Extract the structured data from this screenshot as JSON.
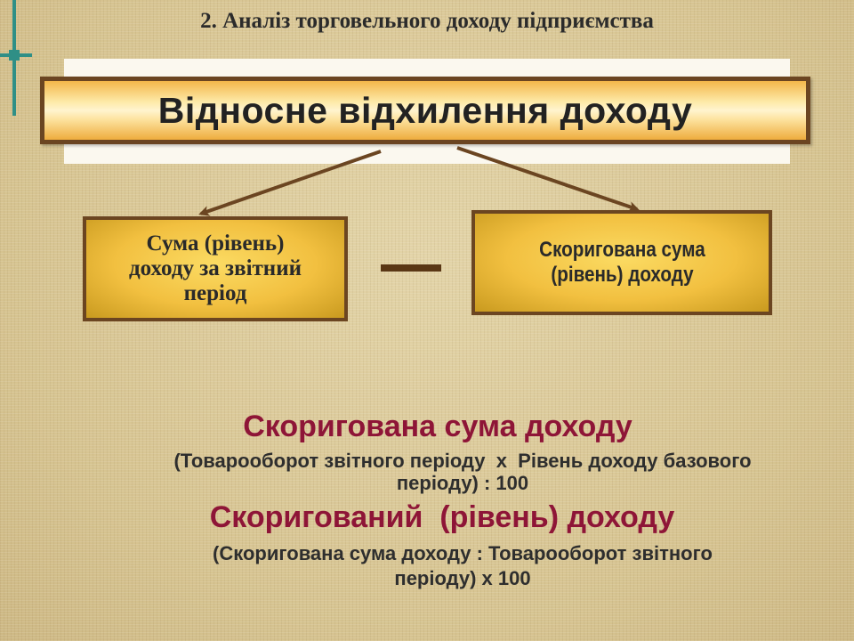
{
  "header": {
    "text": "2. Аналіз торговельного доходу підприємства"
  },
  "diagram": {
    "title": "Відносне відхилення доходу",
    "left_box": "Сума (рівень)\nдоходу за звітний\nперіод",
    "operator": "—",
    "right_box": "Скоригована сума\n(рівень) доходу"
  },
  "formulas": {
    "first_title": "Скоригована сума доходу",
    "first_line1": "(Товарооборот звітного періоду  х  Рівень доходу базового",
    "first_line2": "періоду) : 100",
    "second_title": "Скоригований  (рівень) доходу",
    "second_line1": "(Скоригована сума доходу : Товарооборот звітного",
    "second_line2": "періоду) х 100"
  },
  "colors": {
    "accent_red": "#8e1537",
    "box_border": "#6b4521",
    "box_fill": "#f2c040",
    "decoration": "#2f8f86"
  }
}
